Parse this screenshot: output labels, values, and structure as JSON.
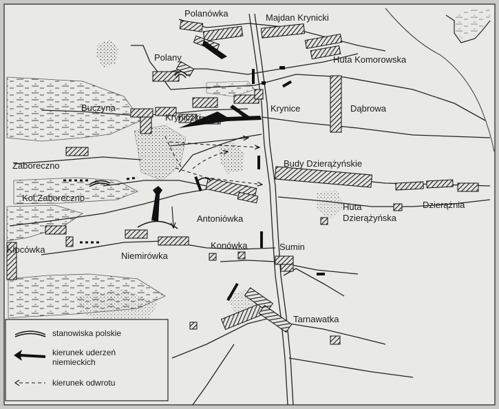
{
  "map": {
    "places": {
      "polanowka": "Polanówka",
      "majdan_krynicki": "Majdan Krynicki",
      "huta_komorowska": "Huta Komorowska",
      "polany": "Polany",
      "buczyna": "Buczyna",
      "kryniczki": "Kryniczki",
      "krynice": "Krynice",
      "dabrowa": "Dąbrowa",
      "zaboreczno": "Zaboreczno",
      "kol_zaboreczno": "Kol.Zaboreczno",
      "budy_dzierazynskie": "Budy Dzierążyńskie",
      "huta_dzierazynska_1": "Huta",
      "huta_dzierazynska_2": "Dzierążyńska",
      "dzierazniaa": "Dzierążnia",
      "antoniowka": "Antoniówka",
      "klocowka": "Klocówka",
      "niemirowka": "Niemirówka",
      "konowka": "Konówka",
      "sumin": "Sumin",
      "tarnawatka": "Tarnawatka"
    },
    "legend": {
      "polish_positions": "stanowiska polskie",
      "german_attacks_1": "kierunek uderzeń",
      "german_attacks_2": "niemieckich",
      "retreat": "kierunek odwrotu"
    },
    "colors": {
      "background": "#c9c9c7",
      "ink": "#1a1a1a",
      "paper": "#e9e9e6"
    }
  }
}
